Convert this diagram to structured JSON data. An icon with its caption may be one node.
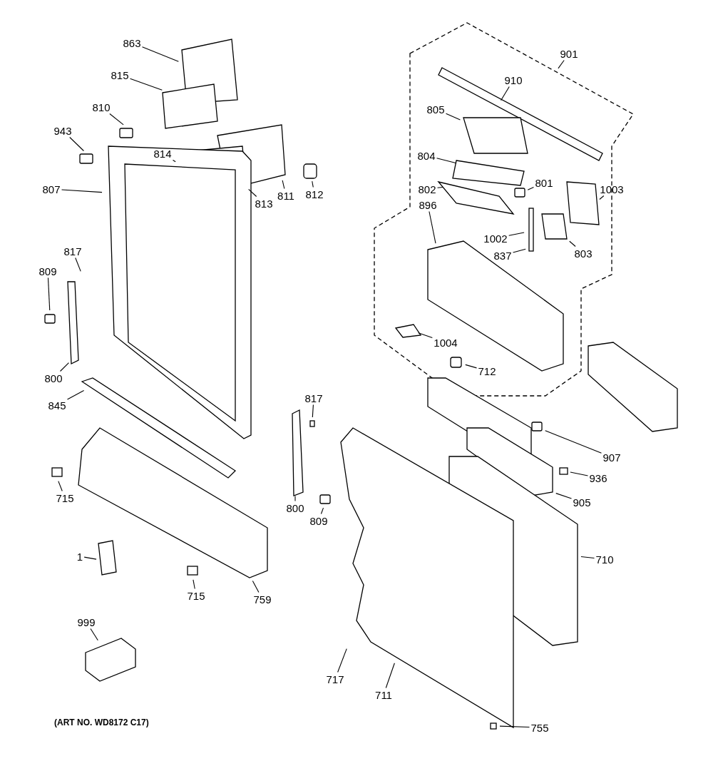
{
  "diagram": {
    "caption": "(ART NO. WD8172 C17)",
    "nodes": [
      {
        "text": [
          "863"
        ]
      },
      {
        "text": [
          "815"
        ]
      },
      {
        "text": [
          "810"
        ]
      },
      {
        "text": [
          "943"
        ]
      },
      {
        "text": [
          "814"
        ]
      },
      {
        "text": [
          "807"
        ]
      },
      {
        "text": [
          "813"
        ]
      },
      {
        "text": [
          "811"
        ]
      },
      {
        "text": [
          "812"
        ]
      },
      {
        "text": [
          "817"
        ]
      },
      {
        "text": [
          "809"
        ]
      },
      {
        "text": [
          "800"
        ]
      },
      {
        "text": [
          "845"
        ]
      },
      {
        "text": [
          "817"
        ]
      },
      {
        "text": [
          "715"
        ]
      },
      {
        "text": [
          "800"
        ]
      },
      {
        "text": [
          "809"
        ]
      },
      {
        "text": [
          "1"
        ]
      },
      {
        "text": [
          "715"
        ]
      },
      {
        "text": [
          "759"
        ]
      },
      {
        "text": [
          "999"
        ]
      },
      {
        "text": [
          "901"
        ]
      },
      {
        "text": [
          "910"
        ]
      },
      {
        "text": [
          "805"
        ]
      },
      {
        "text": [
          "804"
        ]
      },
      {
        "text": [
          "801"
        ]
      },
      {
        "text": [
          "802"
        ]
      },
      {
        "text": [
          "1003"
        ]
      },
      {
        "text": [
          "896"
        ]
      },
      {
        "text": [
          "1002"
        ]
      },
      {
        "text": [
          "803"
        ]
      },
      {
        "text": [
          "837"
        ]
      },
      {
        "text": [
          "1004"
        ]
      },
      {
        "text": [
          "712"
        ]
      },
      {
        "text": [
          "907"
        ]
      },
      {
        "text": [
          "936"
        ]
      },
      {
        "text": [
          "905"
        ]
      },
      {
        "text": [
          "710"
        ]
      },
      {
        "text": [
          "717"
        ]
      },
      {
        "text": [
          "711"
        ]
      },
      {
        "text": [
          "755"
        ]
      }
    ],
    "edges": [
      {
        "from": 0,
        "to": null,
        "arrow": "none"
      },
      {
        "from": 1,
        "to": null,
        "arrow": "none"
      },
      {
        "from": 2,
        "to": null,
        "arrow": "none"
      },
      {
        "from": 3,
        "to": null,
        "arrow": "none"
      },
      {
        "from": 4,
        "to": null,
        "arrow": "none"
      },
      {
        "from": 5,
        "to": null,
        "arrow": "none"
      },
      {
        "from": 6,
        "to": null,
        "arrow": "none"
      },
      {
        "from": 7,
        "to": null,
        "arrow": "none"
      },
      {
        "from": 8,
        "to": null,
        "arrow": "none"
      },
      {
        "from": 9,
        "to": null,
        "arrow": "none"
      },
      {
        "from": 10,
        "to": null,
        "arrow": "none"
      },
      {
        "from": 11,
        "to": null,
        "arrow": "none"
      },
      {
        "from": 12,
        "to": null,
        "arrow": "none"
      },
      {
        "from": 13,
        "to": null,
        "arrow": "none"
      },
      {
        "from": 14,
        "to": null,
        "arrow": "none"
      },
      {
        "from": 15,
        "to": null,
        "arrow": "none"
      },
      {
        "from": 16,
        "to": null,
        "arrow": "none"
      },
      {
        "from": 17,
        "to": null,
        "arrow": "none"
      },
      {
        "from": 18,
        "to": null,
        "arrow": "none"
      },
      {
        "from": 19,
        "to": null,
        "arrow": "none"
      },
      {
        "from": 20,
        "to": null,
        "arrow": "none"
      },
      {
        "from": 21,
        "to": null,
        "arrow": "none"
      },
      {
        "from": 22,
        "to": null,
        "arrow": "none"
      },
      {
        "from": 23,
        "to": null,
        "arrow": "none"
      },
      {
        "from": 24,
        "to": null,
        "arrow": "none"
      },
      {
        "from": 25,
        "to": null,
        "arrow": "none"
      },
      {
        "from": 26,
        "to": null,
        "arrow": "none"
      },
      {
        "from": 27,
        "to": null,
        "arrow": "none"
      },
      {
        "from": 28,
        "to": null,
        "arrow": "none"
      },
      {
        "from": 29,
        "to": null,
        "arrow": "none"
      },
      {
        "from": 30,
        "to": null,
        "arrow": "none"
      },
      {
        "from": 31,
        "to": null,
        "arrow": "none"
      },
      {
        "from": 32,
        "to": null,
        "arrow": "none"
      },
      {
        "from": 33,
        "to": null,
        "arrow": "none"
      },
      {
        "from": 34,
        "to": null,
        "arrow": "none"
      },
      {
        "from": 35,
        "to": null,
        "arrow": "none"
      },
      {
        "from": 36,
        "to": null,
        "arrow": "none"
      },
      {
        "from": 37,
        "to": null,
        "arrow": "none"
      },
      {
        "from": 38,
        "to": null,
        "arrow": "none"
      },
      {
        "from": 39,
        "to": null,
        "arrow": "none"
      },
      {
        "from": 40,
        "to": null,
        "arrow": "none"
      }
    ]
  }
}
